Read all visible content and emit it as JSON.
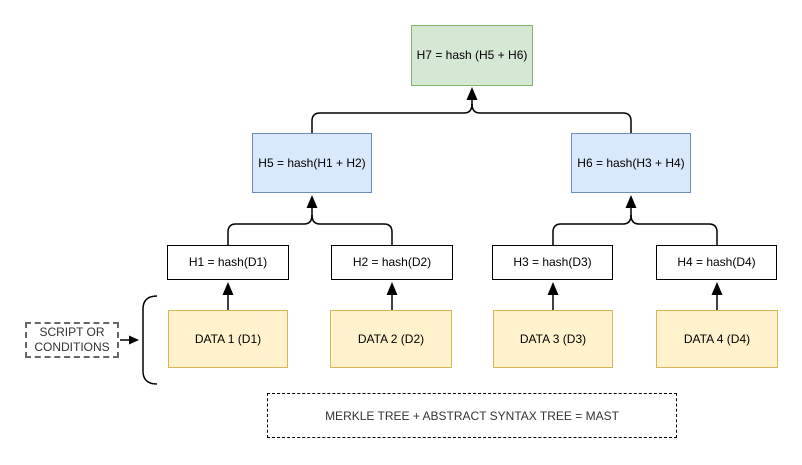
{
  "tree": {
    "root": {
      "label": "H7 = hash (H5 + H6)"
    },
    "branches": [
      {
        "label": "H5 = hash(H1 + H2)"
      },
      {
        "label": "H6 = hash(H3 + H4)"
      }
    ],
    "leaves": [
      {
        "label": "H1 = hash(D1)"
      },
      {
        "label": "H2 = hash(D2)"
      },
      {
        "label": "H3 = hash(D3)"
      },
      {
        "label": "H4 = hash(D4)"
      }
    ],
    "data_blocks": [
      {
        "label": "DATA 1 (D1)"
      },
      {
        "label": "DATA 2 (D2)"
      },
      {
        "label": "DATA 3 (D3)"
      },
      {
        "label": "DATA 4 (D4)"
      }
    ]
  },
  "annotations": {
    "script_box": {
      "line1": "SCRIPT OR",
      "line2": "CONDITIONS"
    },
    "caption": "MERKLE TREE + ABSTRACT SYNTAX TREE = MAST"
  },
  "colors": {
    "root_fill": "#d5e8d4",
    "root_border": "#82b366",
    "branch_fill": "#dae8fc",
    "branch_border": "#6c8ebf",
    "leaf_fill": "#ffffff",
    "leaf_border": "#000000",
    "data_fill": "#fff2cc",
    "data_border": "#d6b656",
    "dashed_annotation_gray": "#666666",
    "connector_line": "#000000"
  }
}
